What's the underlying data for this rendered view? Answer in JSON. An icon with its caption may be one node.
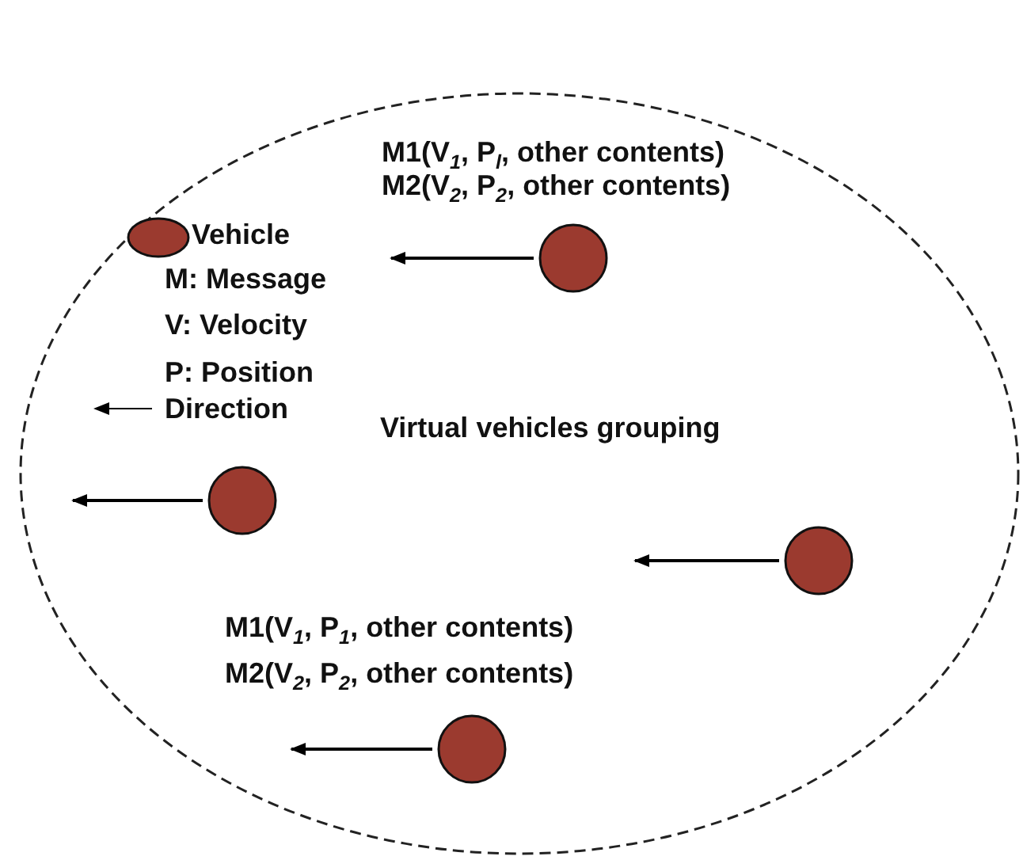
{
  "diagram": {
    "nodes": [
      {
        "text": [
          "Virtual vehicles grouping"
        ]
      },
      {
        "text": [],
        "shape": "circle",
        "in": 0
      },
      {
        "text": [],
        "shape": "circle",
        "in": 0
      },
      {
        "text": [],
        "shape": "circle",
        "in": 0
      },
      {
        "text": [],
        "shape": "circle",
        "in": 0
      }
    ],
    "edges": [],
    "labels": [
      "M1(V$_{1}$, P$_{l}$, other contents)",
      "M2(V$_{2}$, P$_{2}$, other contents)",
      "M: Message",
      "V: Velocity",
      "P: Position",
      "M1(V$_{1}$, P$_{1}$, other contents)",
      "M2(V$_{2}$, P$_{2}$, other contents)"
    ],
    "legend": [
      {
        "text": "Vehicle"
      },
      {
        "text": "Direction"
      }
    ]
  }
}
